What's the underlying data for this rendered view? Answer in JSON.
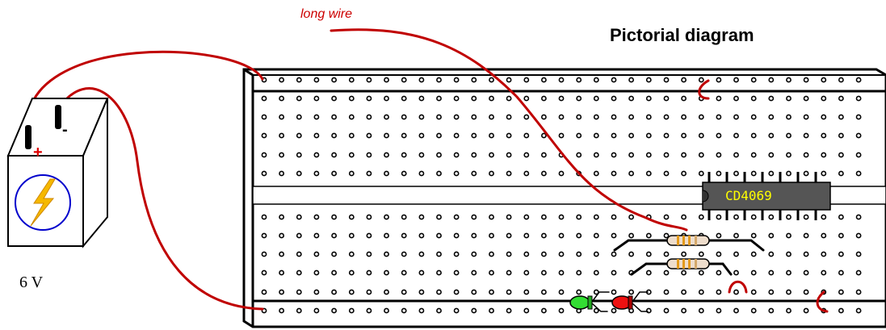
{
  "diagram": {
    "title": "Pictorial diagram",
    "wire_label": "long wire",
    "battery": {
      "voltage_label": "6 V",
      "positive_sign": "+",
      "negative_sign": "-"
    },
    "chip": {
      "label": "CD4069"
    }
  },
  "colors": {
    "wire_red": "#c00000",
    "chip_body": "#555555",
    "chip_text": "#ffff00",
    "led_green": "#33dd33",
    "led_red": "#ee1111",
    "resistor_body": "#eeddcc",
    "bolt": "#f5b800",
    "battery_circle": "#0000cc"
  }
}
